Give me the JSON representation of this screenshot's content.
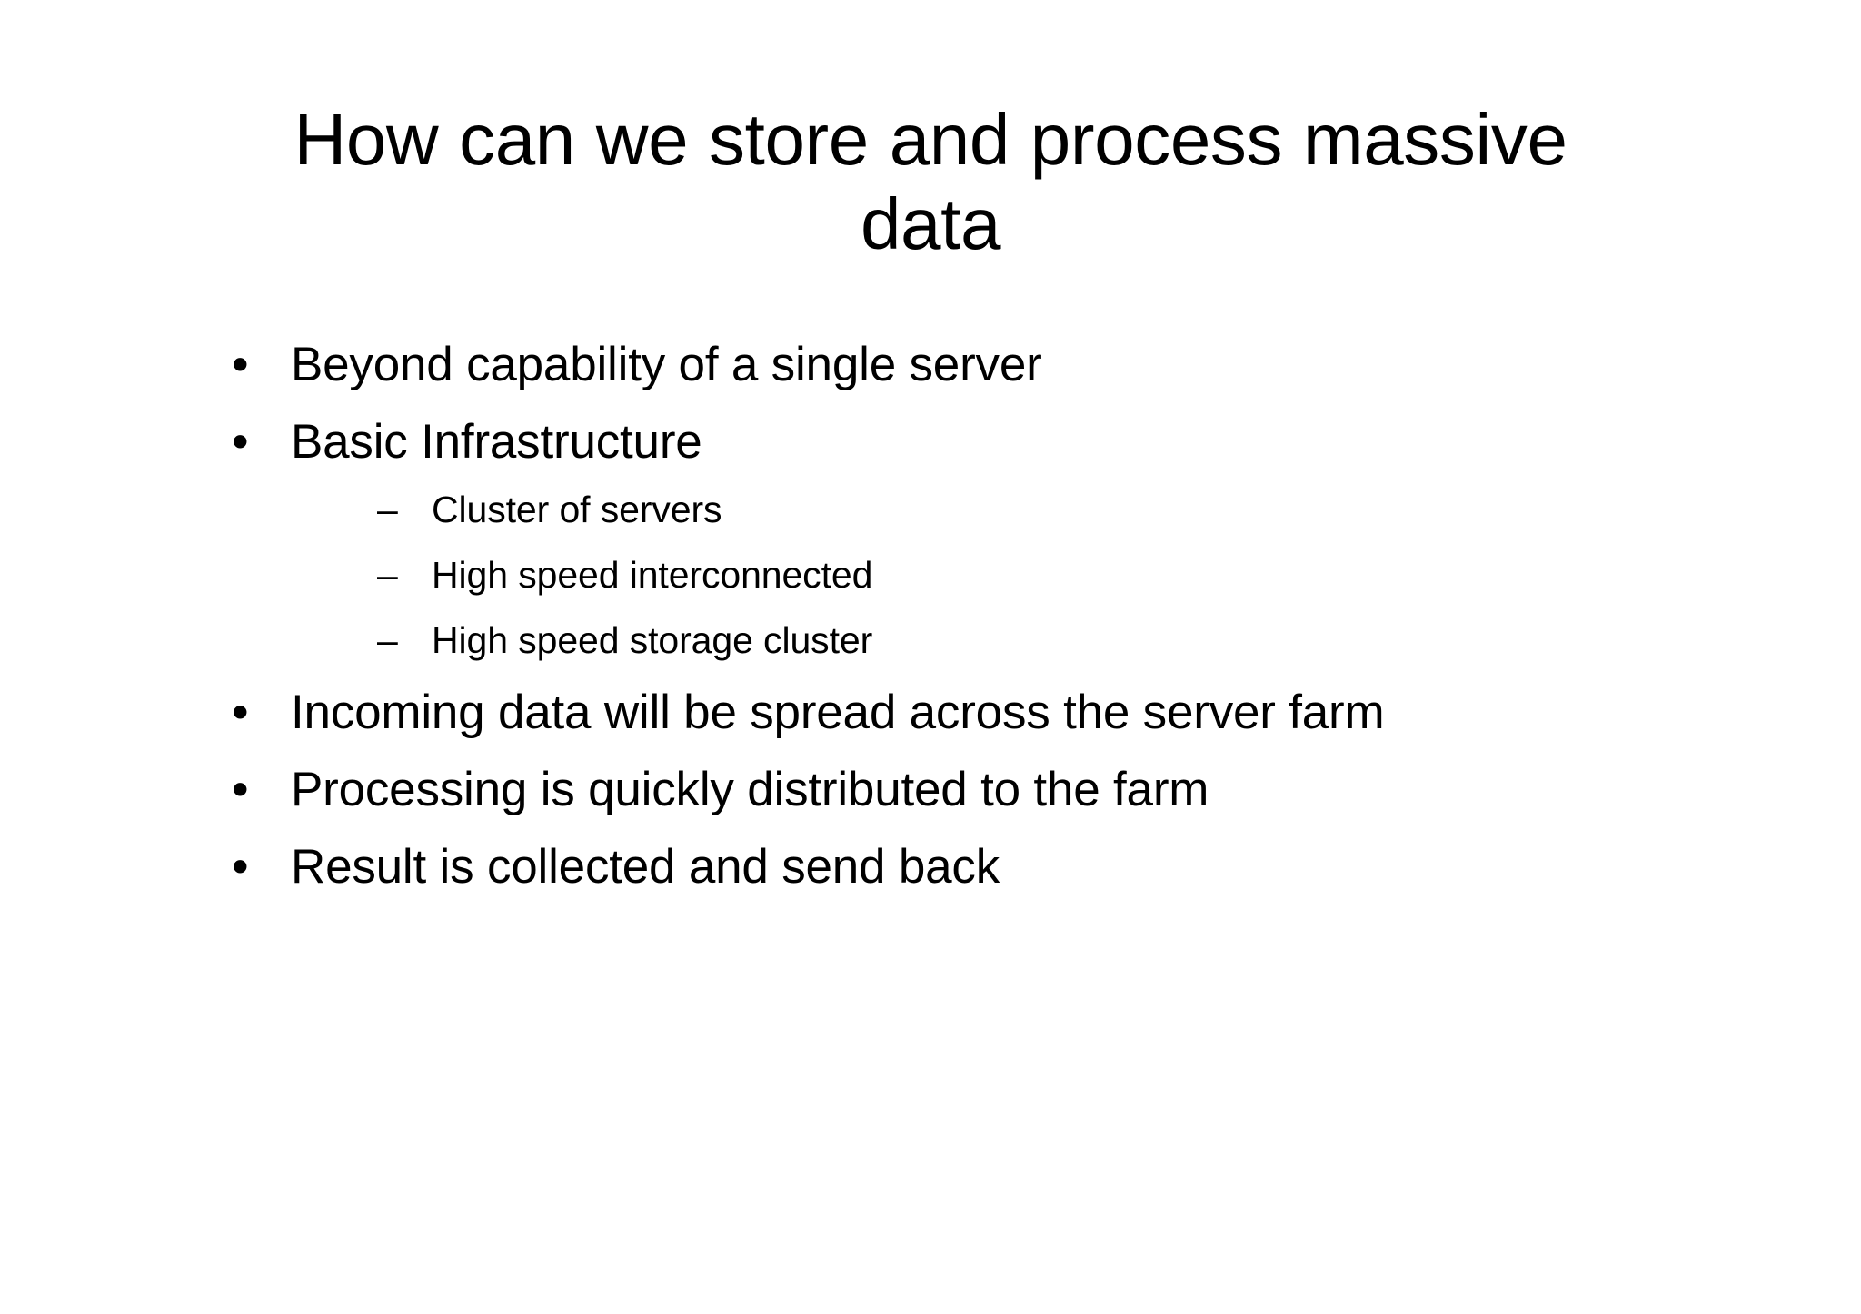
{
  "slide": {
    "background_color": "#ffffff",
    "text_color": "#000000",
    "title": {
      "full": "How can we store and process massive data",
      "line1": "How can we store and process massive",
      "line2": "data"
    },
    "bullet_markers": {
      "level1": "•",
      "level2": "–"
    },
    "content": [
      {
        "level": 1,
        "text": "Beyond capability of a single server"
      },
      {
        "level": 1,
        "text": "Basic Infrastructure",
        "children": [
          {
            "level": 2,
            "text": "Cluster of servers"
          },
          {
            "level": 2,
            "text": "High speed interconnected"
          },
          {
            "level": 2,
            "text": "High speed storage cluster"
          }
        ]
      },
      {
        "level": 1,
        "text": "Incoming data will be spread across the server farm"
      },
      {
        "level": 1,
        "text": "Processing is quickly distributed to the farm"
      },
      {
        "level": 1,
        "text": "Result is collected and send back"
      }
    ]
  }
}
